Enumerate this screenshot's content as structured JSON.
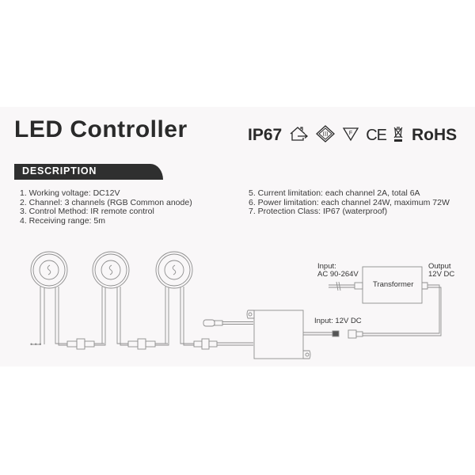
{
  "header": {
    "title": "LED Controller",
    "certifications": {
      "ip_rating": "IP67",
      "icons": [
        "indoor-use-icon",
        "class-iii-icon",
        "f-mark-icon",
        "ce-mark-icon",
        "weee-bin-icon"
      ],
      "ce_label": "CE",
      "rohs_label": "RoHS"
    }
  },
  "description": {
    "heading": "DESCRIPTION",
    "specs_left": [
      "1. Working voltage: DC12V",
      "2. Channel: 3 channels (RGB Common anode)",
      "3. Control Method: IR remote control",
      "4. Receiving range: 5m"
    ],
    "specs_right": [
      "5. Current limitation: each channel 2A, total 6A",
      "6. Power limitation: each channel 24W, maximum 72W",
      "7. Protection Class: IP67 (waterproof)"
    ]
  },
  "diagram": {
    "transformer_label": "Transformer",
    "input_ac_line1": "Input:",
    "input_ac_line2": "AC 90-264V",
    "output_line1": "Output",
    "output_line2": "12V DC",
    "controller_input": "Input: 12V DC",
    "continuation": "• • •",
    "light_count": 3
  },
  "colors": {
    "card_background": "#f9f7f8",
    "heading_bar": "#2f2f2f",
    "text": "#2a2a2a",
    "line": "#8a8a8a"
  }
}
